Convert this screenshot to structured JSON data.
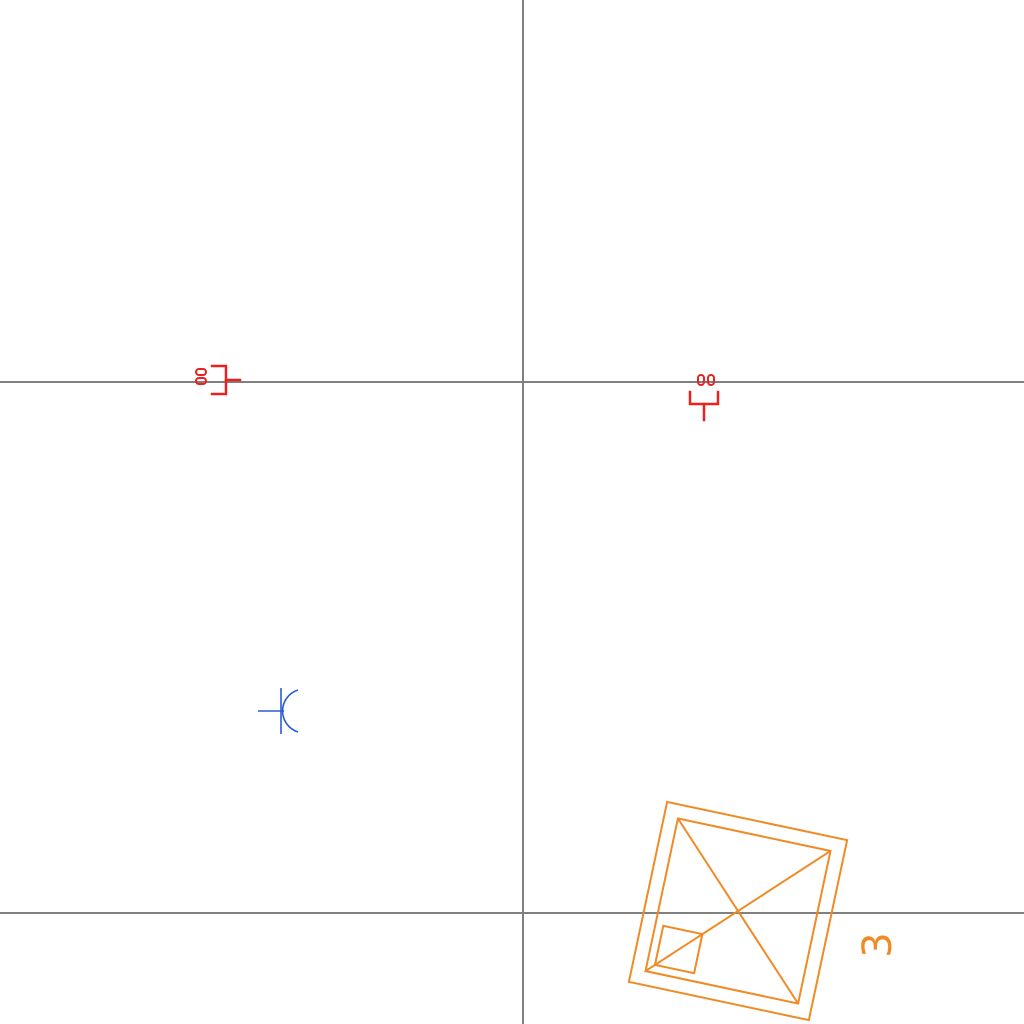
{
  "plan": {
    "colors": {
      "grid": "#808080",
      "outlet_symbol": "#e8231f",
      "data_jack_symbol": "#2a5bd8",
      "fixture_symbol": "#f08a24",
      "background": "#ffffff"
    },
    "symbols": [
      {
        "kind": "wall-outlet",
        "icon": "outlet-symbol-icon",
        "orientation": "facing-left"
      },
      {
        "kind": "wall-outlet",
        "icon": "outlet-symbol-icon",
        "orientation": "facing-up"
      },
      {
        "kind": "data-jack",
        "icon": "jack-symbol-icon",
        "orientation": "facing-right"
      },
      {
        "kind": "ceiling-fixture",
        "icon": "square-fixture-icon",
        "orientation": "rotated"
      }
    ],
    "fixture_label": "3"
  }
}
